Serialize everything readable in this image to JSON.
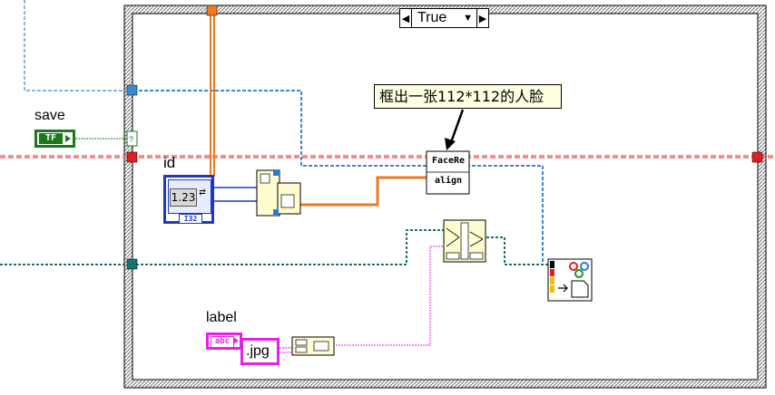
{
  "case_structure": {
    "selector_value": "True",
    "left_arrow": "◀",
    "right_arrow": "▶",
    "dropdown_arrow": "▼"
  },
  "labels": {
    "save": "save",
    "id": "id",
    "label": "label"
  },
  "controls": {
    "save_terminal": "TF",
    "id_value": "1.23",
    "id_type": "I32",
    "label_terminal": "abc",
    "jpg_constant": ".jpg"
  },
  "comment": "框出一张112*112的人脸",
  "subvi": {
    "line1": "FaceRe",
    "line2": "align"
  },
  "colors": {
    "background": "#ffffff",
    "string_wire": "#e620e6",
    "int_wire": "#1c38c8",
    "bool_wire": "#1a7a1a",
    "cluster_wire": "#f07820",
    "error_wire": "#e02020",
    "refnum_wire": "#1a7070",
    "path_wire": "#3a8ad0",
    "comment_bg": "#ffffe1"
  }
}
